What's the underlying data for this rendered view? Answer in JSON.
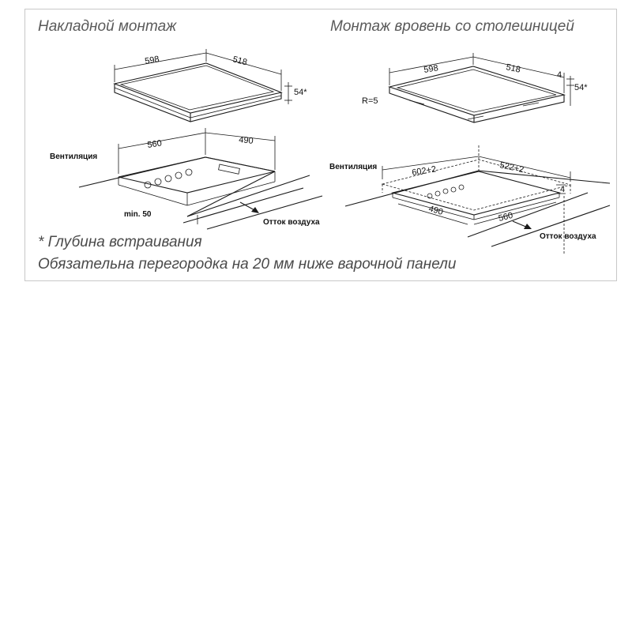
{
  "titles": {
    "surface": "Накладной монтаж",
    "flush": "Монтаж вровень со столешницей"
  },
  "surface_mount": {
    "hob_width": "598",
    "hob_depth": "518",
    "hob_height": "54*",
    "cutout_width": "560",
    "cutout_depth": "490",
    "ventilation": "Вентиляция",
    "min_distance": "min. 50",
    "air_outflow": "Отток воздуха"
  },
  "flush_mount": {
    "hob_width": "598",
    "hob_depth": "518",
    "step": "4",
    "hob_height": "54*",
    "radius": "R=5",
    "ventilation": "Вентиляция",
    "recess_width": "602+2",
    "recess_depth": "522+2",
    "recess_height": "4",
    "cutout_depth": "490",
    "cutout_width": "560",
    "air_outflow": "Отток воздуха"
  },
  "notes": {
    "depth_note": "* Глубина встраивания",
    "partition_note": "Обязательна перегородка на 20 мм ниже варочной панели"
  }
}
